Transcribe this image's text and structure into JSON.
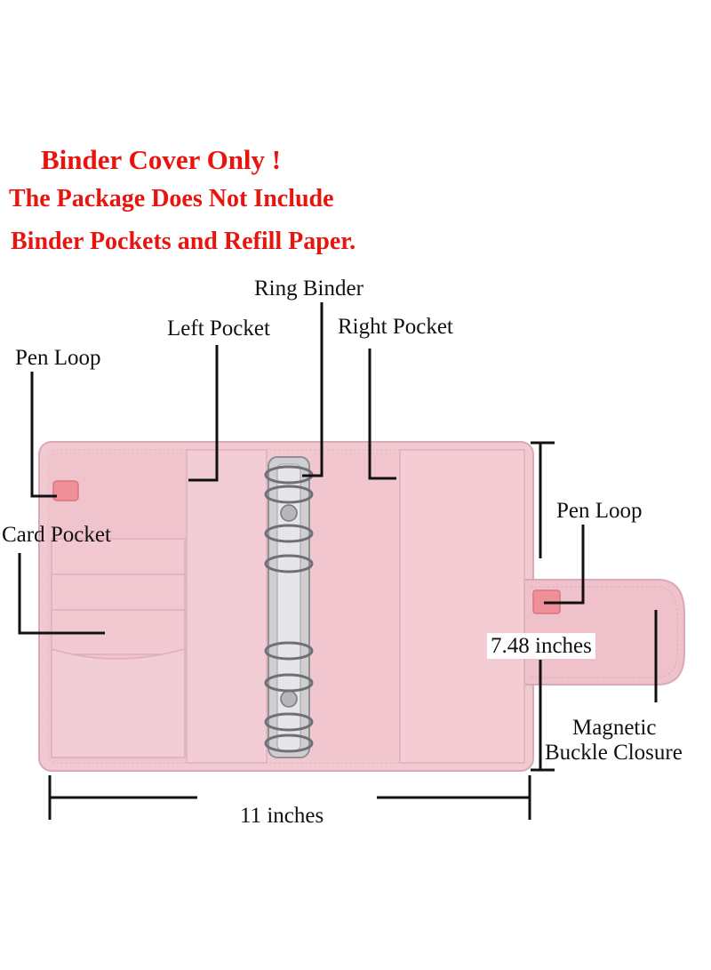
{
  "notice": {
    "line1": "Binder Cover Only !",
    "line2": "The Package Does Not Include",
    "line3": "Binder Pockets and Refill Paper."
  },
  "labels": {
    "ring_binder": "Ring Binder",
    "left_pocket": "Left Pocket",
    "right_pocket": "Right Pocket",
    "pen_loop_left": "Pen Loop",
    "card_pocket": "Card Pocket",
    "pen_loop_right": "Pen Loop",
    "magnetic_1": "Magnetic",
    "magnetic_2": "Buckle Closure"
  },
  "dimensions": {
    "height": "7.48 inches",
    "width": "11 inches"
  },
  "colors": {
    "notice_red": "#e8140e",
    "binder_pink": "#f0c6cf",
    "loop_pink": "#ef8f97",
    "ring_silver": "#c9c9cc"
  }
}
